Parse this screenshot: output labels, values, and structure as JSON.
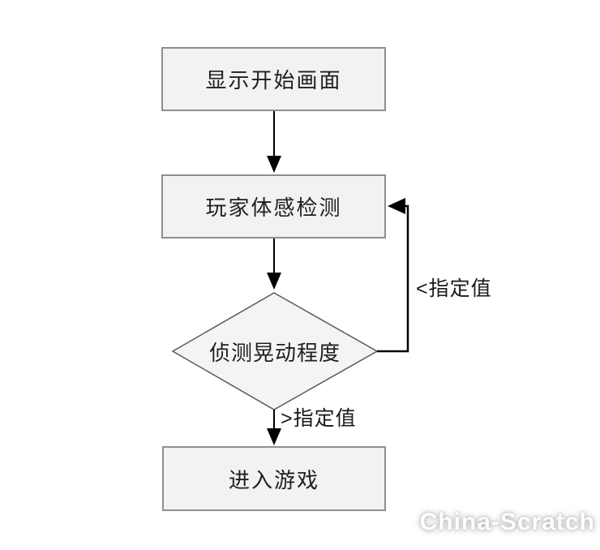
{
  "flowchart": {
    "nodes": [
      {
        "id": "start",
        "type": "process",
        "label": "显示开始画面"
      },
      {
        "id": "detect",
        "type": "process",
        "label": "玩家体感检测"
      },
      {
        "id": "decision",
        "type": "decision",
        "label": "侦测晃动程度"
      },
      {
        "id": "enter",
        "type": "process",
        "label": "进入游戏"
      }
    ],
    "edges": [
      {
        "from": "start",
        "to": "detect",
        "label": ""
      },
      {
        "from": "detect",
        "to": "decision",
        "label": ""
      },
      {
        "from": "decision",
        "to": "detect",
        "label": "<指定值"
      },
      {
        "from": "decision",
        "to": "enter",
        "label": ">指定值"
      }
    ],
    "colors": {
      "node_fill": "#f2f2f2",
      "node_border": "#8f8f8f",
      "diamond_border": "#595959",
      "connector": "#000000",
      "text": "#1f1f1f",
      "background": "#ffffff"
    }
  },
  "watermark": {
    "text": "China-Scratch"
  }
}
